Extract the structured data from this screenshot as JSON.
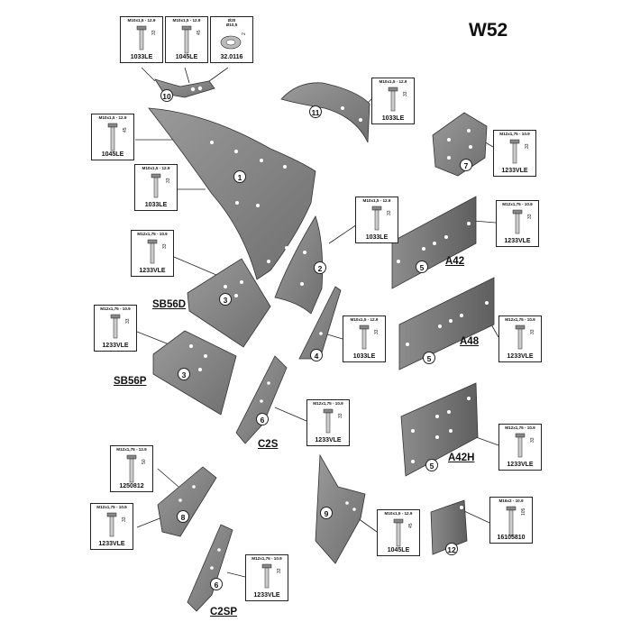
{
  "title": "W52",
  "bolt_boxes": [
    {
      "id": "b1033-top",
      "spec": "M10x1,5 - 12.9",
      "length": "33",
      "code": "1033LE"
    },
    {
      "id": "b1045-top",
      "spec": "M10x1,5 - 12.9",
      "length": "45",
      "code": "1045LE"
    },
    {
      "id": "washer",
      "spec": "Ø20",
      "spec2": "Ø10,5",
      "length": "2",
      "code": "32.0116"
    },
    {
      "id": "b1045-left",
      "spec": "M10x1,5 - 12.9",
      "length": "45",
      "code": "1045LE"
    },
    {
      "id": "b1033-p1",
      "spec": "M10x1,5 - 12.9",
      "length": "33",
      "code": "1033LE"
    },
    {
      "id": "b1233-sb56d",
      "spec": "M12x1,75 - 10.9",
      "length": "33",
      "code": "1233VLE"
    },
    {
      "id": "b1233-sb56p",
      "spec": "M12x1,75 - 10.9",
      "length": "33",
      "code": "1233VLE"
    },
    {
      "id": "b1033-p11",
      "spec": "M10x1,5 - 12.9",
      "length": "33",
      "code": "1033LE"
    },
    {
      "id": "b1233-p7",
      "spec": "M12x1,75 - 10.9",
      "length": "33",
      "code": "1233VLE"
    },
    {
      "id": "b1033-p2",
      "spec": "M10x1,5 - 12.9",
      "length": "33",
      "code": "1033LE"
    },
    {
      "id": "b1233-a42",
      "spec": "M12x1,75 - 10.9",
      "length": "33",
      "code": "1233VLE"
    },
    {
      "id": "b1033-p4",
      "spec": "M10x1,5 - 12.9",
      "length": "33",
      "code": "1033LE"
    },
    {
      "id": "b1233-a48",
      "spec": "M12x1,75 - 10.9",
      "length": "33",
      "code": "1233VLE"
    },
    {
      "id": "b1233-c2s",
      "spec": "M12x1,75 - 10.9",
      "length": "33",
      "code": "1233VLE"
    },
    {
      "id": "b1233-a42h",
      "spec": "M12x1,75 - 10.9",
      "length": "33",
      "code": "1233VLE"
    },
    {
      "id": "b1250812",
      "spec": "M12x1,75 - 12.9",
      "length": "50",
      "code": "1250812"
    },
    {
      "id": "b1233-p8",
      "spec": "M12x1,75 - 10.9",
      "length": "33",
      "code": "1233VLE"
    },
    {
      "id": "b1045-p9",
      "spec": "M10x1,5 - 12.9",
      "length": "45",
      "code": "1045LE"
    },
    {
      "id": "b16105810",
      "spec": "M16x2 - 10.9",
      "length": "105",
      "code": "16105810"
    },
    {
      "id": "b1233-c2sp",
      "spec": "M12x1,75 - 10.9",
      "length": "33",
      "code": "1233VLE"
    }
  ],
  "part_numbers": [
    "10",
    "11",
    "1",
    "7",
    "2",
    "5",
    "3",
    "4",
    "5",
    "3",
    "6",
    "5",
    "9",
    "8",
    "12",
    "6"
  ],
  "part_labels": [
    "SB56D",
    "SB56P",
    "A42",
    "A48",
    "A42H",
    "C2S",
    "C2SP"
  ]
}
